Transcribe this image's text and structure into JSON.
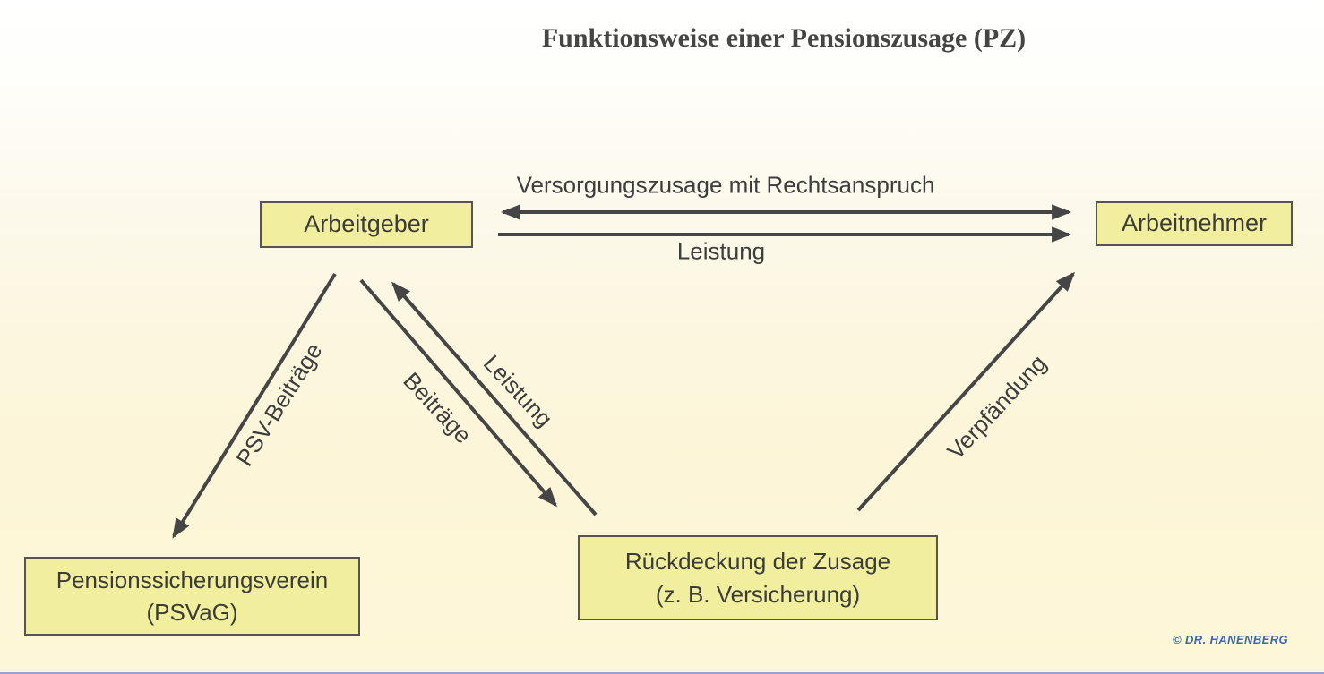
{
  "title": "Funktionsweise einer Pensionszusage (PZ)",
  "nodes": {
    "arbeitgeber": {
      "label": "Arbeitgeber"
    },
    "arbeitnehmer": {
      "label": "Arbeitnehmer"
    },
    "psv": {
      "line1": "Pensionssicherungsverein",
      "line2": "(PSVaG)"
    },
    "rueckdeckung": {
      "line1": "Rückdeckung der Zusage",
      "line2": "(z. B. Versicherung)"
    }
  },
  "edges": {
    "versorgungszusage": {
      "label": "Versorgungszusage mit Rechtsanspruch",
      "from": "Arbeitgeber",
      "to": "Arbeitnehmer",
      "direction": "bidirectional"
    },
    "leistung_an_arbeitnehmer": {
      "label": "Leistung",
      "from": "Arbeitgeber",
      "to": "Arbeitnehmer",
      "direction": "forward"
    },
    "psv_beitraege": {
      "label": "PSV-Beiträge",
      "from": "Arbeitgeber",
      "to": "Pensionssicherungsverein (PSVaG)",
      "direction": "forward"
    },
    "beitraege": {
      "label": "Beiträge",
      "from": "Arbeitgeber",
      "to": "Rückdeckung der Zusage",
      "direction": "forward"
    },
    "leistung_rueckdeckung": {
      "label": "Leistung",
      "from": "Rückdeckung der Zusage",
      "to": "Arbeitgeber",
      "direction": "forward"
    },
    "verpfaendung": {
      "label": "Verpfändung",
      "from": "Rückdeckung der Zusage",
      "to": "Arbeitnehmer",
      "direction": "forward"
    }
  },
  "footer": {
    "copyright": "© DR. HANENBERG"
  },
  "colors": {
    "node_fill": "#f1ef9e",
    "node_border": "#56544f",
    "arrow": "#454545",
    "text": "#3d3d3d",
    "title": "#454545",
    "copyright": "#4064ae",
    "background_top": "#ffffff",
    "background_bottom": "#fdf7d9"
  }
}
